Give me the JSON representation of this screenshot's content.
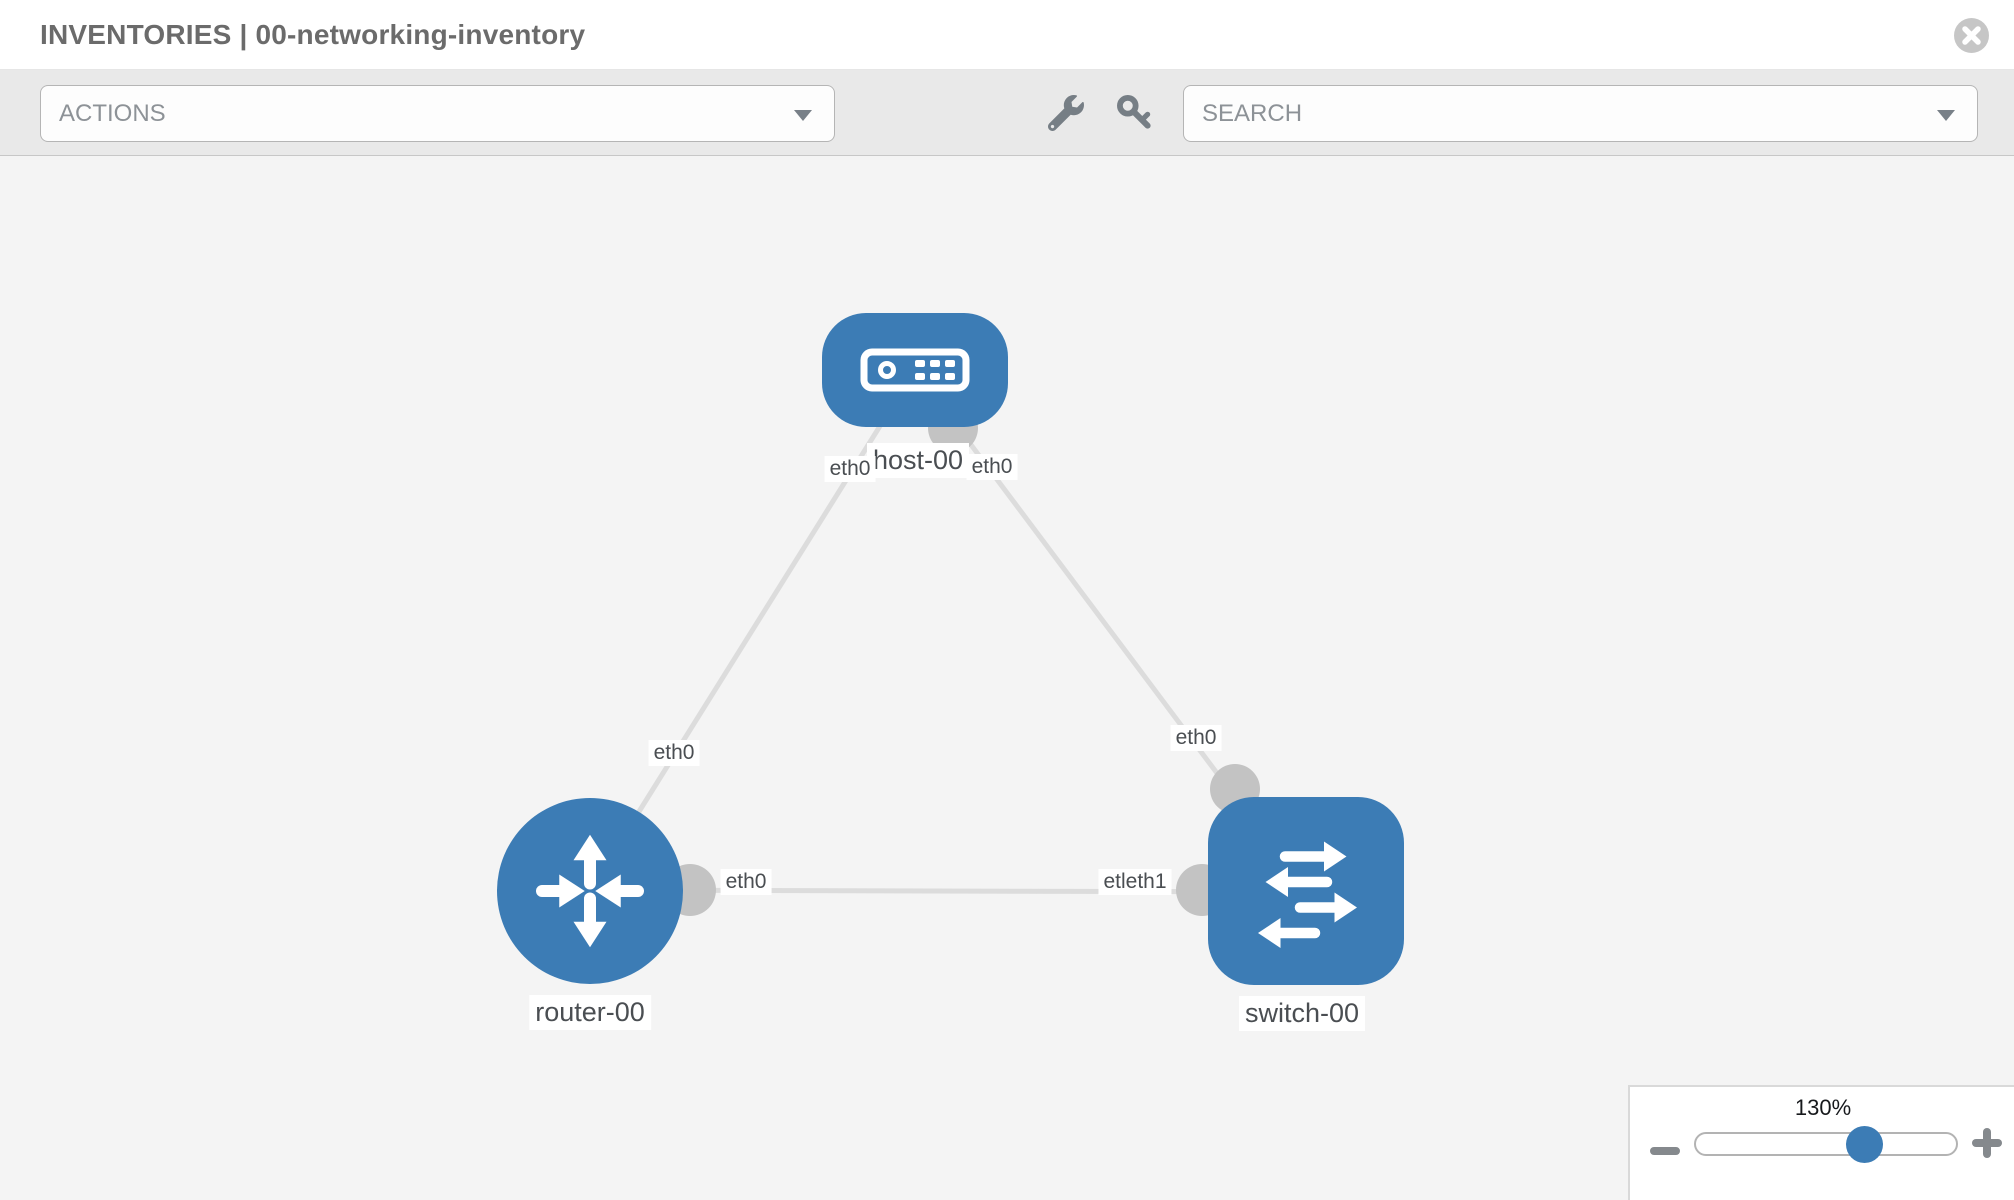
{
  "header": {
    "title": "INVENTORIES | 00-networking-inventory"
  },
  "toolbar": {
    "actions": {
      "label": "ACTIONS"
    },
    "search": {
      "label": "SEARCH"
    },
    "tool_icons": [
      "wrench-icon",
      "key-icon"
    ]
  },
  "topology": {
    "nodes": [
      {
        "label": "host-00",
        "type": "host"
      },
      {
        "label": "router-00",
        "type": "router"
      },
      {
        "label": "switch-00",
        "type": "switch"
      }
    ],
    "links": [
      {
        "from": "router-00",
        "to": "host-00",
        "from_interface": "eth0",
        "to_interface": "eth0"
      },
      {
        "from": "host-00",
        "to": "switch-00",
        "from_interface": "eth0",
        "to_interface": "eth0"
      },
      {
        "from": "router-00",
        "to": "switch-00",
        "from_interface": "eth0",
        "to_interface": "etleth1"
      }
    ]
  },
  "zoom_control": {
    "level": "130%",
    "minus_icon": "minus-icon",
    "plus_icon": "plus-icon"
  },
  "colors": {
    "node_blue": "#3c7cb5",
    "link_gray": "#dcdcdc",
    "port_gray": "#c3c3c3",
    "toolbar_bg": "#e9e9e9",
    "canvas_bg": "#f4f4f4",
    "label_text": "#4a4e52"
  }
}
